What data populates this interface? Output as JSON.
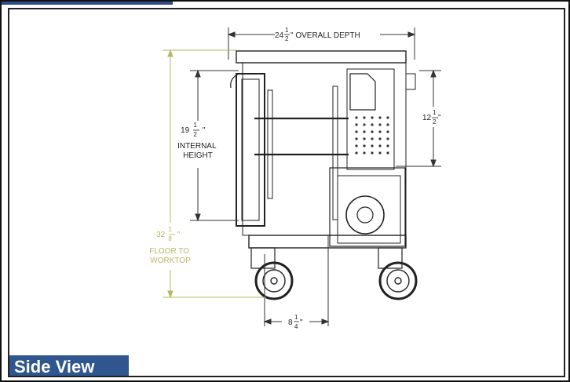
{
  "view_label": "Side View",
  "colors": {
    "label_bg": "#2f568f",
    "accent_tab": "#2e4d8a",
    "dim_line": "#333333",
    "height_dim_line": "#b7b765",
    "drawing_line": "#222222"
  },
  "dimensions": {
    "depth": {
      "whole": "24",
      "num": "1",
      "den": "2",
      "suffix": "\" OVERALL DEPTH"
    },
    "internal": {
      "whole": "19",
      "num": "1",
      "den": "2",
      "suffix": "\"",
      "line1": "INTERNAL",
      "line2": "HEIGHT"
    },
    "worktop": {
      "whole": "32",
      "num": "1",
      "den": "8",
      "suffix": "\"",
      "line1": "FLOOR TO",
      "line2": "WORKTOP"
    },
    "right": {
      "whole": "12",
      "num": "1",
      "den": "2",
      "suffix": "\""
    },
    "bottom": {
      "whole": "8",
      "num": "1",
      "den": "4",
      "suffix": "\""
    }
  }
}
